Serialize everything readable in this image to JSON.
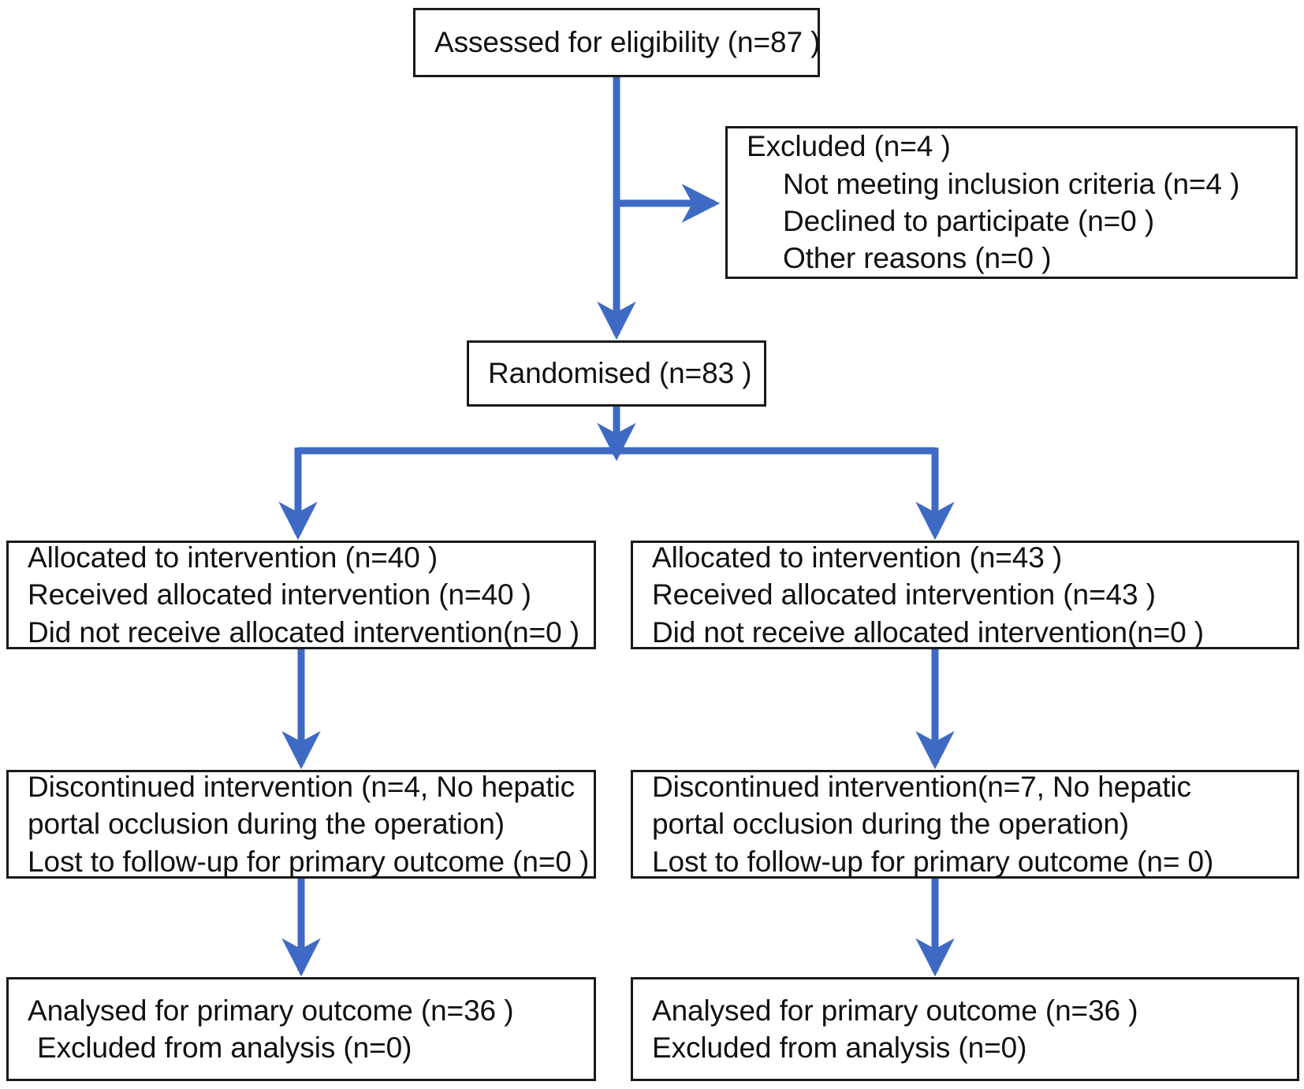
{
  "diagram": {
    "type": "consort-flow-diagram",
    "accent_color": "#3F6AC4",
    "box_border_color": "#1A1A1A",
    "background_color": "#FFFFFF",
    "text_color": "#111111"
  },
  "boxes": {
    "assessed": {
      "name": "Assessed for eligibility",
      "lines": [
        "Assessed for eligibility (n=87 )"
      ]
    },
    "excluded": {
      "name": "Excluded",
      "lines": [
        "Excluded (n=4 )",
        "Not meeting inclusion criteria (n=4 )",
        "Declined to participate (n=0 )",
        "Other reasons (n=0 )"
      ]
    },
    "randomised": {
      "name": "Randomised",
      "lines": [
        "Randomised (n=83 )"
      ]
    },
    "allocation_left": {
      "name": "Allocation arm 1",
      "lines": [
        "Allocated to intervention (n=40 )",
        "Received allocated intervention (n=40 )",
        "Did not receive allocated intervention(n=0 )"
      ]
    },
    "allocation_right": {
      "name": "Allocation arm 2",
      "lines": [
        "Allocated to intervention (n=43 )",
        "Received allocated intervention (n=43 )",
        "Did not receive allocated intervention(n=0 )"
      ]
    },
    "followup_left": {
      "name": "Follow-up arm 1",
      "lines": [
        "Discontinued intervention (n=4, No hepatic",
        "portal occlusion during the operation)",
        "Lost to follow-up for primary outcome (n=0 )"
      ]
    },
    "followup_right": {
      "name": "Follow-up arm 2",
      "lines": [
        "Discontinued intervention(n=7, No hepatic",
        "portal occlusion during the operation)",
        "Lost to follow-up for primary outcome (n= 0)"
      ]
    },
    "analysis_left": {
      "name": "Analysis arm 1",
      "lines": [
        "Analysed for primary outcome (n=36 )",
        "Excluded from analysis (n=0)"
      ]
    },
    "analysis_right": {
      "name": "Analysis arm 2",
      "lines": [
        "Analysed for primary outcome (n=36 )",
        "Excluded from analysis (n=0)"
      ]
    }
  },
  "counts": {
    "assessed_for_eligibility": 87,
    "excluded_total": 4,
    "not_meeting_inclusion_criteria": 4,
    "declined_to_participate": 0,
    "other_reasons": 0,
    "randomised": 83,
    "arm1_allocated": 40,
    "arm1_received": 40,
    "arm1_not_received": 0,
    "arm1_discontinued": 4,
    "arm1_lost_to_followup": 0,
    "arm1_analysed": 36,
    "arm1_excluded_from_analysis": 0,
    "arm2_allocated": 43,
    "arm2_received": 43,
    "arm2_not_received": 0,
    "arm2_discontinued": 7,
    "arm2_lost_to_followup": 0,
    "arm2_analysed": 36,
    "arm2_excluded_from_analysis": 0
  }
}
